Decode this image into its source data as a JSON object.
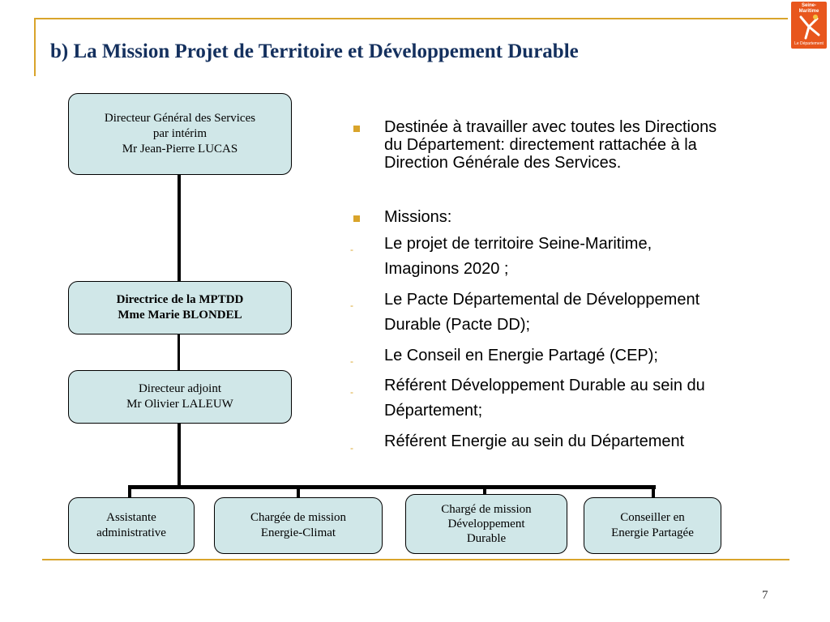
{
  "slide": {
    "title": "b) La Mission Projet de Territoire et Développement Durable",
    "page_number": "7",
    "accent_color": "#d9a42b",
    "title_color": "#14305e",
    "box_color": "#d0e7e8"
  },
  "logo": {
    "top_text": "Seine-Maritime",
    "bottom_text": "Le Département",
    "color": "#e8561d"
  },
  "org_chart": {
    "director_general": {
      "line1": "Directeur Général des Services",
      "line2": "par intérim",
      "line3": "Mr Jean-Pierre LUCAS"
    },
    "director_mptdd": {
      "line1": "Directrice de la MPTDD",
      "line2": "Mme Marie BLONDEL"
    },
    "deputy_director": {
      "line1": "Directeur adjoint",
      "line2": "Mr Olivier LALEUW"
    },
    "staff": [
      {
        "line1": "Assistante",
        "line2": "administrative"
      },
      {
        "line1": "Chargée de mission",
        "line2": "Energie-Climat"
      },
      {
        "line1": "Chargé de mission",
        "line2": "Développement",
        "line3": "Durable"
      },
      {
        "line1": "Conseiller en",
        "line2": "Energie Partagée"
      }
    ]
  },
  "content": {
    "bullet1": {
      "line1": "Destinée à travailler avec toutes les Directions",
      "line2": "du Département: directement rattachée à la",
      "line3": "Direction Générale des Services."
    },
    "bullet2": "Missions:",
    "missions": [
      {
        "line1": "Le projet de territoire Seine-Maritime,",
        "line2": "Imaginons 2020 ;"
      },
      {
        "line1": "Le Pacte Départemental de Développement",
        "line2": "Durable (Pacte DD);"
      },
      {
        "line1": "Le Conseil en Energie Partagé (CEP);"
      },
      {
        "line1": "Référent Développement Durable au sein du",
        "line2": "Département;"
      },
      {
        "line1": "Référent Energie au sein du Département"
      }
    ],
    "dash": "-"
  }
}
